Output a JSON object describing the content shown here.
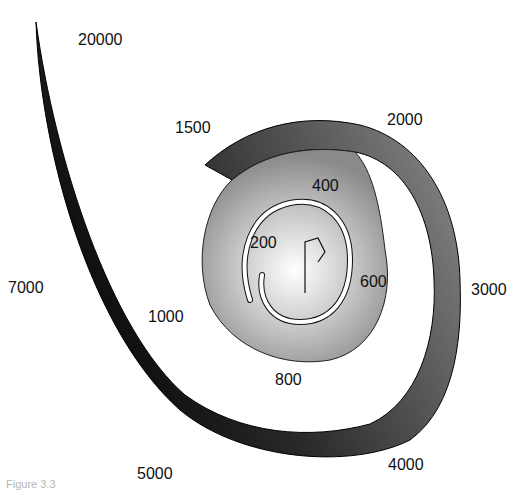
{
  "diagram": {
    "caption": "Figure 3.3",
    "labels": [
      "20000",
      "1500",
      "2000",
      "400",
      "200",
      "600",
      "3000",
      "7000",
      "1000",
      "800",
      "5000",
      "4000"
    ]
  }
}
